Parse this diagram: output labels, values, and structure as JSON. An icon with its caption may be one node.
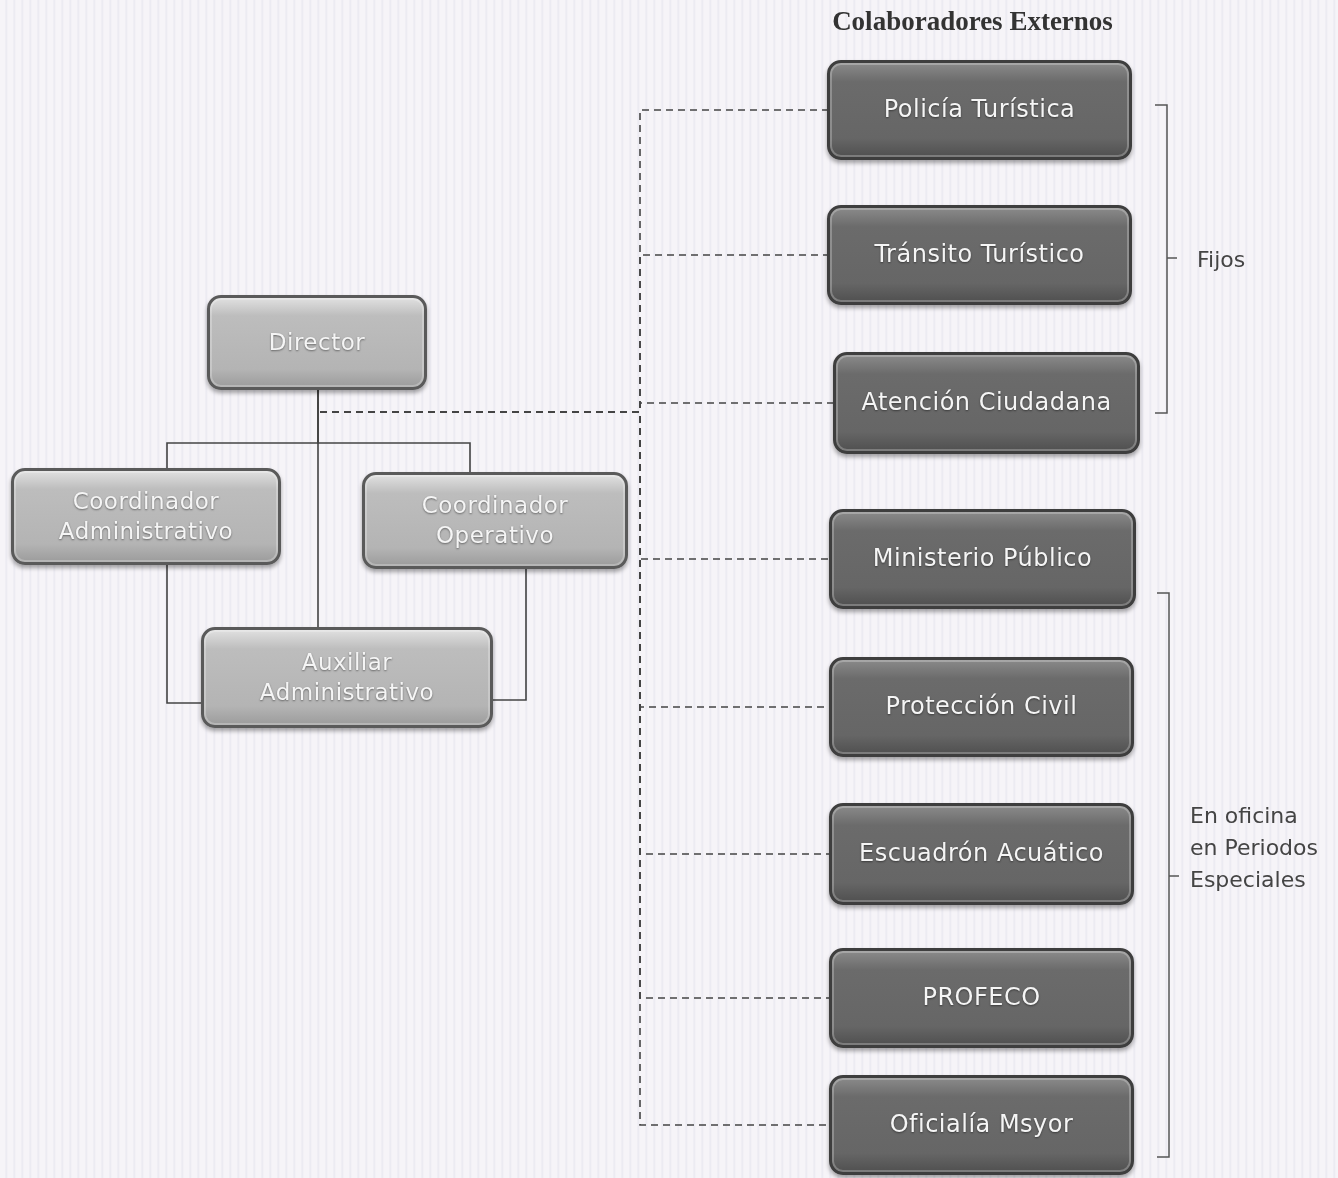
{
  "diagram": {
    "title": "Colaboradores Externos",
    "nodes": [
      {
        "text": [
          "Director"
        ]
      },
      {
        "text": [
          "Coordinador Administrativo"
        ]
      },
      {
        "text": [
          "Coordinador Operativo"
        ]
      },
      {
        "text": [
          "Auxiliar Administrativo"
        ]
      },
      {
        "text": [
          "Policía Turística"
        ]
      },
      {
        "text": [
          "Tránsito Turístico"
        ]
      },
      {
        "text": [
          "Atención Ciudadana"
        ]
      },
      {
        "text": [
          "Ministerio Público"
        ]
      },
      {
        "text": [
          "Protección Civil"
        ]
      },
      {
        "text": [
          "Escuadrón Acuático"
        ]
      },
      {
        "text": [
          "PROFECO"
        ]
      },
      {
        "text": [
          "Oficialía Msyor"
        ]
      }
    ],
    "edges": [
      {
        "from": 0,
        "to": 1,
        "arrow": "none"
      },
      {
        "from": 0,
        "to": 2,
        "arrow": "none"
      },
      {
        "from": 0,
        "to": 3,
        "arrow": "none"
      },
      {
        "from": 1,
        "to": 3,
        "arrow": "none"
      },
      {
        "from": 2,
        "to": 3,
        "arrow": "none"
      },
      {
        "from": 0,
        "to": 4,
        "arrow": "none",
        "style": "dashed"
      },
      {
        "from": 0,
        "to": 5,
        "arrow": "none",
        "style": "dashed"
      },
      {
        "from": 0,
        "to": 6,
        "arrow": "none",
        "style": "dashed"
      },
      {
        "from": 0,
        "to": 7,
        "arrow": "none",
        "style": "dashed"
      },
      {
        "from": 0,
        "to": 8,
        "arrow": "none",
        "style": "dashed"
      },
      {
        "from": 0,
        "to": 9,
        "arrow": "none",
        "style": "dashed"
      },
      {
        "from": 0,
        "to": 10,
        "arrow": "none",
        "style": "dashed"
      },
      {
        "from": 0,
        "to": 11,
        "arrow": "none",
        "style": "dashed"
      }
    ],
    "labels": [
      "Fijos",
      "En oficina en Periodos Especiales"
    ]
  }
}
